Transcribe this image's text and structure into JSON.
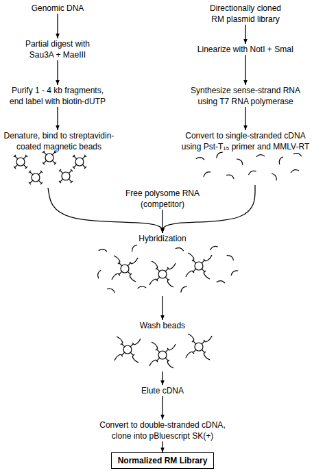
{
  "diagram": {
    "nodes": [
      {
        "text": [
          "Genomic DNA"
        ]
      },
      {
        "text": [
          "Partial digest with Sau3A + MaeIII"
        ]
      },
      {
        "text": [
          "Purify 1 - 4 kb fragments, end label with biotin-dUTP"
        ]
      },
      {
        "text": [
          "Denature, bind to streptavidin-coated magnetic beads"
        ]
      },
      {
        "text": [
          "Directionally cloned RM plasmid library"
        ]
      },
      {
        "text": [
          "Linearize with NotI + SmaI"
        ]
      },
      {
        "text": [
          "Synthesize sense-strand RNA using T7 RNA polymerase"
        ]
      },
      {
        "text": [
          "Convert to single-stranded cDNA using Pst-T₁₅ primer and MMLV-RT"
        ]
      },
      {
        "text": [
          "Free polysome RNA (competitor)"
        ]
      },
      {
        "text": [
          "Hybridization"
        ]
      },
      {
        "text": [
          "Wash beads"
        ]
      },
      {
        "text": [
          "Elute cDNA"
        ]
      },
      {
        "text": [
          "Convert to double-stranded cDNA, clone into pBluescript SK(+)"
        ]
      },
      {
        "text": [
          "Normalized RM Library"
        ]
      }
    ],
    "edges": [
      {
        "from": 0,
        "to": 1,
        "arrow": "to"
      },
      {
        "from": 1,
        "to": 2,
        "arrow": "to"
      },
      {
        "from": 2,
        "to": 3,
        "arrow": "to"
      },
      {
        "from": 4,
        "to": 5,
        "arrow": "to"
      },
      {
        "from": 5,
        "to": 6,
        "arrow": "to"
      },
      {
        "from": 6,
        "to": 7,
        "arrow": "to"
      },
      {
        "from": 3,
        "to": 9,
        "arrow": "to"
      },
      {
        "from": 7,
        "to": 9,
        "arrow": "to"
      },
      {
        "from": 8,
        "to": 9,
        "arrow": "to"
      },
      {
        "from": 9,
        "to": 10,
        "arrow": "to"
      },
      {
        "from": 10,
        "to": 11,
        "arrow": "to"
      },
      {
        "from": 11,
        "to": 12,
        "arrow": "to"
      },
      {
        "from": 12,
        "to": 13,
        "arrow": "to"
      }
    ]
  }
}
